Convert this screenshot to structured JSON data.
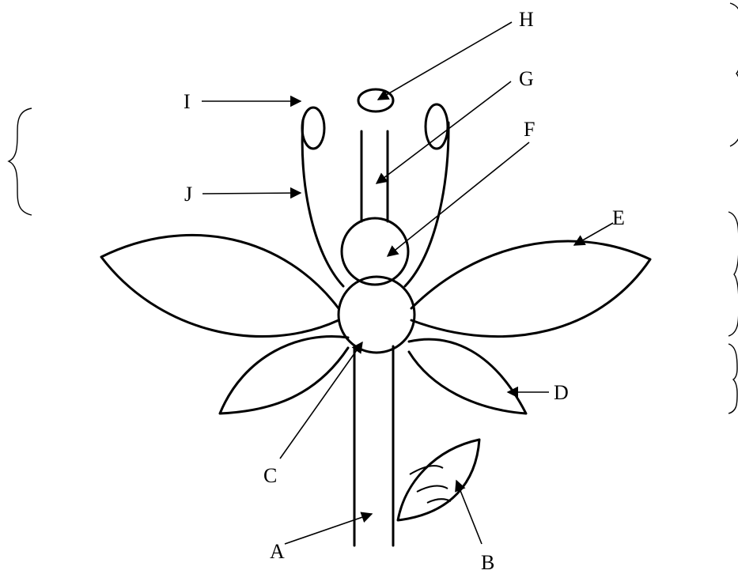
{
  "labels": {
    "a": "A",
    "b": "B",
    "c": "C",
    "d": "D",
    "e": "E",
    "f": "F",
    "g": "G",
    "h": "H",
    "i": "I",
    "j": "J"
  }
}
